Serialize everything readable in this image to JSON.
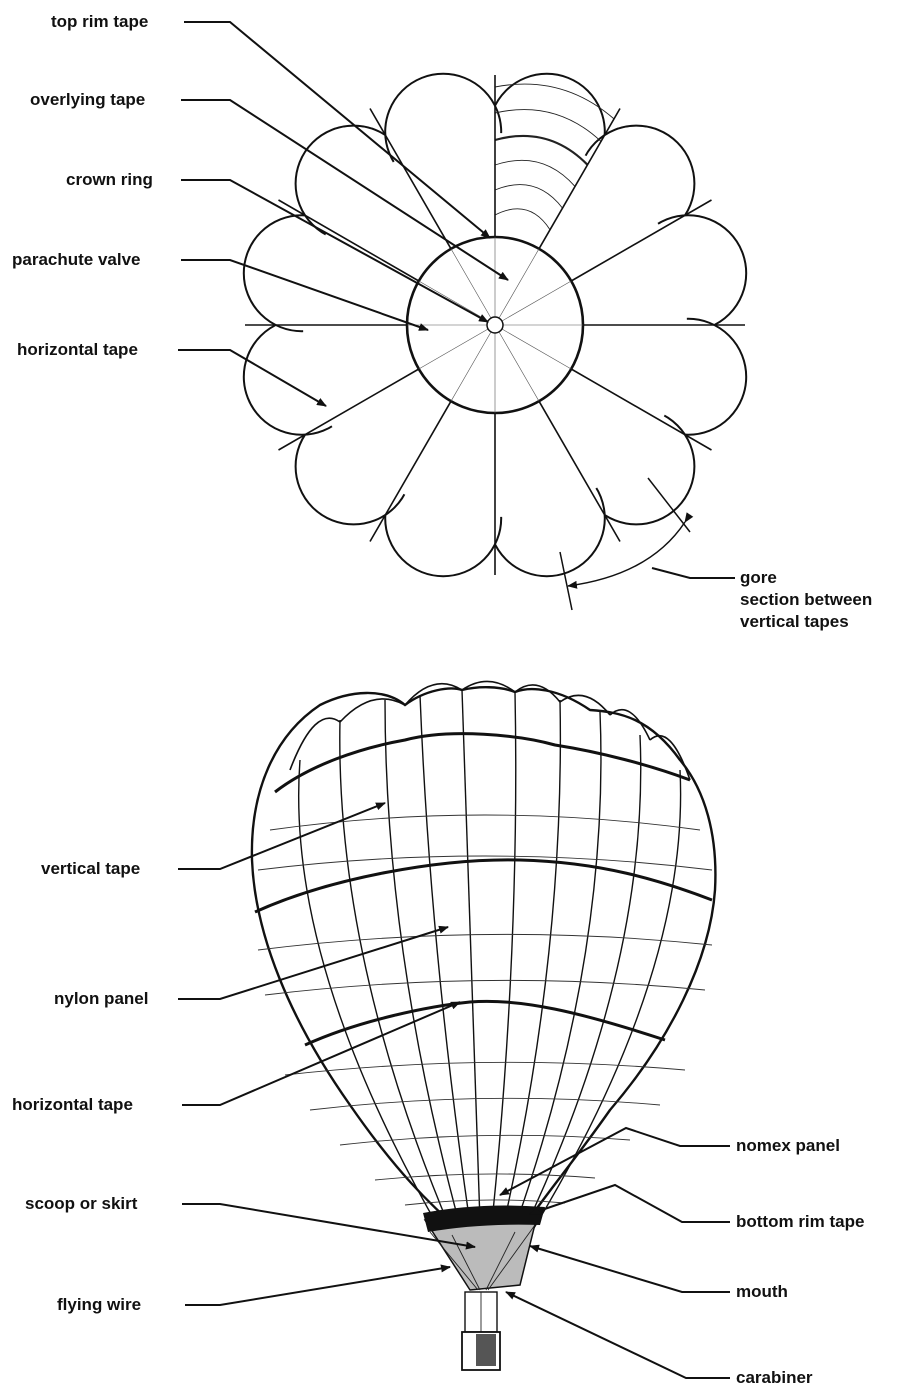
{
  "top_view": {
    "labels": {
      "top_rim_tape": "top rim tape",
      "overlying_tape": "overlying tape",
      "crown_ring": "crown ring",
      "parachute_valve": "parachute valve",
      "horizontal_tape": "horizontal tape",
      "gore_1": "gore",
      "gore_2": "section between",
      "gore_3": "vertical tapes"
    }
  },
  "side_view": {
    "labels": {
      "vertical_tape": "vertical tape",
      "nylon_panel": "nylon panel",
      "horizontal_tape": "horizontal tape",
      "nomex_panel": "nomex panel",
      "scoop_or_skirt": "scoop or skirt",
      "bottom_rim_tape": "bottom rim tape",
      "mouth": "mouth",
      "flying_wire": "flying wire",
      "carabiner": "carabiner"
    }
  }
}
